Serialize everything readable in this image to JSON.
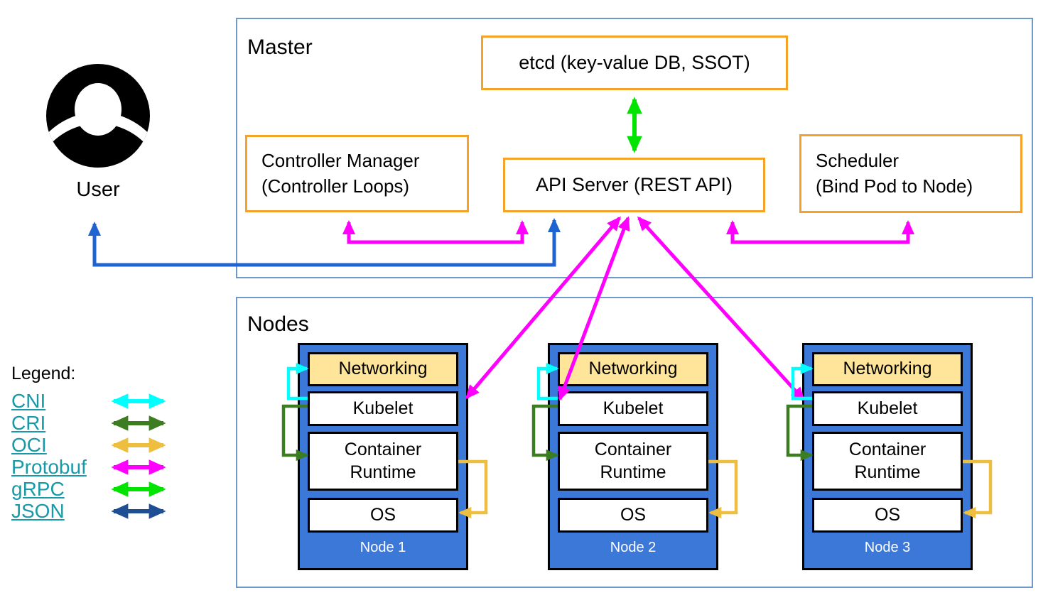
{
  "master": {
    "label": "Master",
    "etcd": "etcd (key-value DB, SSOT)",
    "api_server": "API Server (REST API)",
    "controller_manager_line1": "Controller Manager",
    "controller_manager_line2": "(Controller Loops)",
    "scheduler_line1": "Scheduler",
    "scheduler_line2": "(Bind Pod to Node)"
  },
  "user": {
    "label": "User"
  },
  "nodes_panel": {
    "label": "Nodes"
  },
  "nodes": [
    {
      "name": "Node 1",
      "layers": {
        "networking": "Networking",
        "kubelet": "Kubelet",
        "runtime_line1": "Container",
        "runtime_line2": "Runtime",
        "os": "OS"
      }
    },
    {
      "name": "Node 2",
      "layers": {
        "networking": "Networking",
        "kubelet": "Kubelet",
        "runtime_line1": "Container",
        "runtime_line2": "Runtime",
        "os": "OS"
      }
    },
    {
      "name": "Node 3",
      "layers": {
        "networking": "Networking",
        "kubelet": "Kubelet",
        "runtime_line1": "Container",
        "runtime_line2": "Runtime",
        "os": "OS"
      }
    }
  ],
  "legend": {
    "title": "Legend:",
    "items": [
      {
        "label": "CNI",
        "color": "#00FFFF"
      },
      {
        "label": "CRI",
        "color": "#3B7D20"
      },
      {
        "label": "OCI",
        "color": "#EEBE3E"
      },
      {
        "label": "Protobuf",
        "color": "#FF00FF"
      },
      {
        "label": "gRPC",
        "color": "#00E400"
      },
      {
        "label": "JSON",
        "color": "#1F4E94"
      }
    ]
  },
  "colors": {
    "component_box_border": "#F4A228",
    "container_border": "#7099CB",
    "node_fill": "#3C78D8",
    "networking_fill": "#FFE599",
    "user_api_connector": "#1E63D0",
    "etcd_api_connector": "#00E400",
    "control_plane_connector": "#FF00FF",
    "legend_link_text": "#1899A8"
  }
}
